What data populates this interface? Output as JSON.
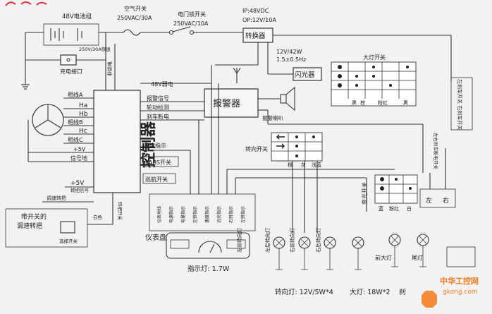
{
  "colors": {
    "wire": "#333333",
    "paper": "#f4f1f2",
    "header_red": "#d9343a",
    "watermark_orange": "#f07a1c"
  },
  "labels": {
    "battery": "48V电池组",
    "battery_fuse": "250V/30A快速",
    "air_switch": "空气开关",
    "air_switch_rating": "250VAC/30A",
    "door_lock": "电门锁开关",
    "door_lock_rating": "250VAC/10A",
    "ip_rating": "IP:48VDC",
    "op_rating": "OP:12V/10A",
    "converter": "转换器",
    "charge_port": "充电接口",
    "flasher_rating_1": "12V/42W",
    "flasher_rating_2": "1.5±0.5Hz",
    "flasher": "闪光器",
    "headlight_switch": "大灯开关",
    "weak_power": "48V弱电",
    "non_lock": "非锁电",
    "alarm_signal": "报警信号",
    "wheel_detect": "轮动检测",
    "brake_cutoff": "刹车断电",
    "alarm": "报警器",
    "alarm_horn": "报警喇叭",
    "phase_a": "相线A",
    "hall_a": "Ha",
    "hall_b": "Hb",
    "phase_b": "相线B",
    "hall_c": "Hc",
    "phase_c": "相线C",
    "plus5v": "+5V",
    "signal_gnd": "信号地",
    "controller": "控制器",
    "speed_indicator": "速度指示",
    "eabs_switch": "EABS开关",
    "cruise_switch": "巡航开关",
    "turn_switch": "转向开关",
    "plus5v_2": "+5V",
    "throttle_signal": "转把信号",
    "speed_throttle": "调速转把",
    "throttle_with_switch_1": "带开关的",
    "throttle_with_switch_2": "调速转把",
    "white": "白色",
    "select_switch": "选择开关",
    "throttle_switch_sig": "转把开关",
    "dashboard": "仪表盘",
    "dash_pins": [
      "仪表地线",
      "电源指示",
      "电量指示",
      "左转指示",
      "速度指示",
      "远光指示",
      "右转指示",
      "左转指示"
    ],
    "indicator_lamp": "指示灯: 1.7W",
    "left_front_turn": "左前转向灯",
    "left_rear_turn": "左后转向灯",
    "right_front_turn": "右前转向灯",
    "right_rear_turn": "右后转向灯",
    "turn_lamp_spec": "转向灯: 12V/5W*4",
    "headlamp_spec": "大灯: 18W*2",
    "front_headlamp": "前大灯",
    "tail_lamp": "尾灯",
    "beam_switch": "变光开关",
    "brake_switch": "左刹车开关 右刹车开关",
    "brake_light_switch": "左右刹车断电开关",
    "left": "左",
    "right": "右",
    "headlight_cols": [
      "黑",
      "棕",
      "粉红",
      "黑"
    ],
    "turn_cols": [
      "橙",
      "灰",
      "浅蓝"
    ],
    "beam_cols": [
      "蓝",
      "粉红",
      "白"
    ],
    "tag_fragment": "刹",
    "watermark": "中华工控网",
    "watermark_url": "gkong.com"
  }
}
